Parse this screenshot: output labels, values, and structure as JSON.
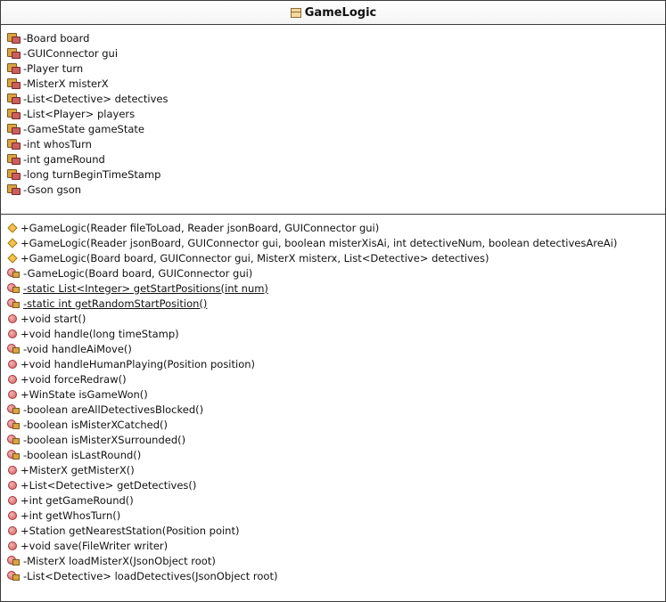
{
  "class": {
    "title": "GameLogic",
    "icon": "class-icon"
  },
  "fields": [
    {
      "text": "-Board board",
      "icon": "field-icon"
    },
    {
      "text": "-GUIConnector gui",
      "icon": "field-icon"
    },
    {
      "text": "-Player turn",
      "icon": "field-icon"
    },
    {
      "text": "-MisterX misterX",
      "icon": "field-icon"
    },
    {
      "text": "-List<Detective> detectives",
      "icon": "field-icon"
    },
    {
      "text": "-List<Player> players",
      "icon": "field-icon"
    },
    {
      "text": "-GameState gameState",
      "icon": "field-icon"
    },
    {
      "text": "-int whosTurn",
      "icon": "field-icon"
    },
    {
      "text": "-int gameRound",
      "icon": "field-icon"
    },
    {
      "text": "-long turnBeginTimeStamp",
      "icon": "field-icon"
    },
    {
      "text": "-Gson gson",
      "icon": "field-icon"
    }
  ],
  "methods": [
    {
      "text": "+GameLogic(Reader fileToLoad, Reader jsonBoard, GUIConnector gui)",
      "icon": "constructor-icon",
      "static": false
    },
    {
      "text": "+GameLogic(Reader jsonBoard, GUIConnector gui, boolean misterXisAi, int detectiveNum, boolean detectivesAreAi)",
      "icon": "constructor-icon",
      "static": false
    },
    {
      "text": "+GameLogic(Board board, GUIConnector gui, MisterX misterx, List<Detective> detectives)",
      "icon": "constructor-icon",
      "static": false
    },
    {
      "text": "-GameLogic(Board board, GUIConnector gui)",
      "icon": "private-constructor-icon",
      "static": false
    },
    {
      "text": "-static List<Integer> getStartPositions(int num)",
      "icon": "private-method-icon",
      "static": true
    },
    {
      "text": "-static int getRandomStartPosition()",
      "icon": "private-method-icon",
      "static": true
    },
    {
      "text": "+void start()",
      "icon": "method-icon",
      "static": false
    },
    {
      "text": "+void handle(long timeStamp)",
      "icon": "method-icon",
      "static": false
    },
    {
      "text": "-void handleAiMove()",
      "icon": "private-method-icon",
      "static": false
    },
    {
      "text": "+void handleHumanPlaying(Position position)",
      "icon": "method-icon",
      "static": false
    },
    {
      "text": "+void forceRedraw()",
      "icon": "method-icon",
      "static": false
    },
    {
      "text": "+WinState isGameWon()",
      "icon": "method-icon",
      "static": false
    },
    {
      "text": "-boolean areAllDetectivesBlocked()",
      "icon": "private-method-icon",
      "static": false
    },
    {
      "text": "-boolean isMisterXCatched()",
      "icon": "private-method-icon",
      "static": false
    },
    {
      "text": "-boolean isMisterXSurrounded()",
      "icon": "private-method-icon",
      "static": false
    },
    {
      "text": "-boolean isLastRound()",
      "icon": "private-method-icon",
      "static": false
    },
    {
      "text": "+MisterX getMisterX()",
      "icon": "method-icon",
      "static": false
    },
    {
      "text": "+List<Detective> getDetectives()",
      "icon": "method-icon",
      "static": false
    },
    {
      "text": "+int getGameRound()",
      "icon": "method-icon",
      "static": false
    },
    {
      "text": "+int getWhosTurn()",
      "icon": "method-icon",
      "static": false
    },
    {
      "text": "+Station getNearestStation(Position point)",
      "icon": "method-icon",
      "static": false
    },
    {
      "text": "+void save(FileWriter writer)",
      "icon": "method-icon",
      "static": false
    },
    {
      "text": "-MisterX loadMisterX(JsonObject root)",
      "icon": "private-method-icon",
      "static": false
    },
    {
      "text": "-List<Detective> loadDetectives(JsonObject root)",
      "icon": "private-method-icon",
      "static": false
    }
  ]
}
